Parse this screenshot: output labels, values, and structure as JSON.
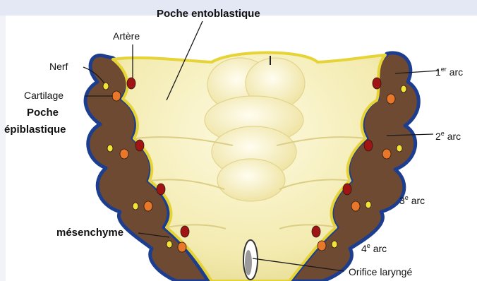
{
  "labels": {
    "poche_entoblastique": "Poche entoblastique",
    "artere": "Artère",
    "nerf": "Nerf",
    "cartilage": "Cartilage",
    "poche_epiblastique_line1": "Poche",
    "poche_epiblastique_line2": "épiblastique",
    "mesenchyme": "mésenchyme",
    "orifice_larynge": "Orifice laryngé",
    "arc1_num": "1",
    "arc1_sup": "er",
    "arc2_num": "2",
    "arc2_sup": "e",
    "arc3_num": "3",
    "arc3_sup": "e",
    "arc4_num": "4",
    "arc4_sup": "e",
    "arc_word": "arc"
  },
  "colors": {
    "background_band": "#e4e8f4",
    "mesenchyme_brown": "#6e4a33",
    "ectoderm_blue": "#1d3d8f",
    "endoderm_yellow": "#e6d437",
    "pharynx_cream": "#f6f0bc",
    "artery_red": "#a11414",
    "cartilage_orange": "#e8772a",
    "nerve_yellow": "#f3e43a"
  }
}
